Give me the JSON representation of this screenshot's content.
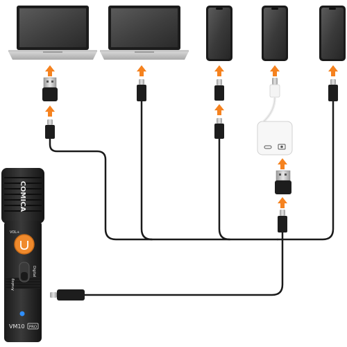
{
  "microphone": {
    "brand": "COMICA",
    "model": "VM10",
    "model_suffix": "PRO",
    "control_top": "VOL+",
    "control_right": "Digital",
    "control_bottom": "Analog"
  },
  "devices": [
    {
      "type": "laptop",
      "port": "usb-a",
      "adapter": "usb-a-to-usb-c"
    },
    {
      "type": "laptop",
      "port": "usb-c"
    },
    {
      "type": "phone",
      "port": "lightning",
      "adapter": "lightning-to-usb-c"
    },
    {
      "type": "phone",
      "port": "lightning",
      "adapter": "lightning-camera-adapter"
    },
    {
      "type": "phone",
      "port": "usb-c"
    }
  ],
  "colors": {
    "arrow": "#f5821f",
    "cable": "#1a1a1a",
    "mic_body": "#2a2a2a",
    "led": "#2f8fff",
    "button": "#f08a2c"
  }
}
